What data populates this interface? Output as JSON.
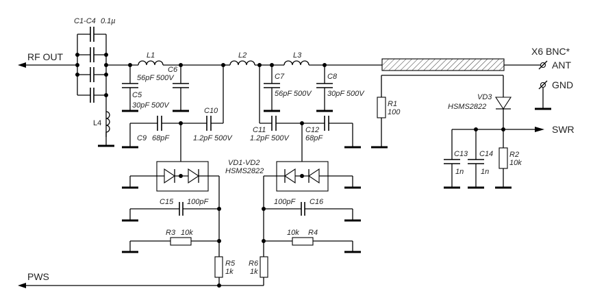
{
  "diagram": {
    "type": "circuit-schematic",
    "ports": {
      "rf_out": "RF OUT",
      "pws": "PWS",
      "swr": "SWR",
      "connector": "X6 BNC*",
      "ant": "ANT",
      "gnd": "GND"
    },
    "components": {
      "c1_c4": {
        "ref": "C1-C4",
        "value": "0.1µ"
      },
      "l1": {
        "ref": "L1"
      },
      "l2": {
        "ref": "L2"
      },
      "l3": {
        "ref": "L3"
      },
      "l4": {
        "ref": "L4"
      },
      "c5": {
        "ref": "C5",
        "value": "30pF 500V"
      },
      "c6": {
        "ref": "C6",
        "value": "56pF 500V"
      },
      "c7": {
        "ref": "C7",
        "value": "56pF 500V"
      },
      "c8": {
        "ref": "C8",
        "value": "30pF 500V"
      },
      "c9": {
        "ref": "C9",
        "value": "68pF"
      },
      "c10": {
        "ref": "C10",
        "value": "1.2pF 500V"
      },
      "c11": {
        "ref": "C11",
        "value": "1.2pF 500V"
      },
      "c12": {
        "ref": "C12",
        "value": "68pF"
      },
      "c13": {
        "ref": "C13",
        "value": "1n"
      },
      "c14": {
        "ref": "C14",
        "value": "1n"
      },
      "c15": {
        "ref": "C15",
        "value": "100pF"
      },
      "c16": {
        "ref": "C16",
        "value": "100pF"
      },
      "r1": {
        "ref": "R1",
        "value": "100"
      },
      "r2": {
        "ref": "R2",
        "value": "10k"
      },
      "r3": {
        "ref": "R3",
        "value": "10k"
      },
      "r4": {
        "ref": "R4",
        "value": "10k"
      },
      "r5": {
        "ref": "R5",
        "value": "1k"
      },
      "r6": {
        "ref": "R6",
        "value": "1k"
      },
      "vd1_vd2": {
        "ref": "VD1-VD2",
        "value": "HSMS2822"
      },
      "vd3": {
        "ref": "VD3",
        "value": "HSMS2822"
      }
    }
  }
}
